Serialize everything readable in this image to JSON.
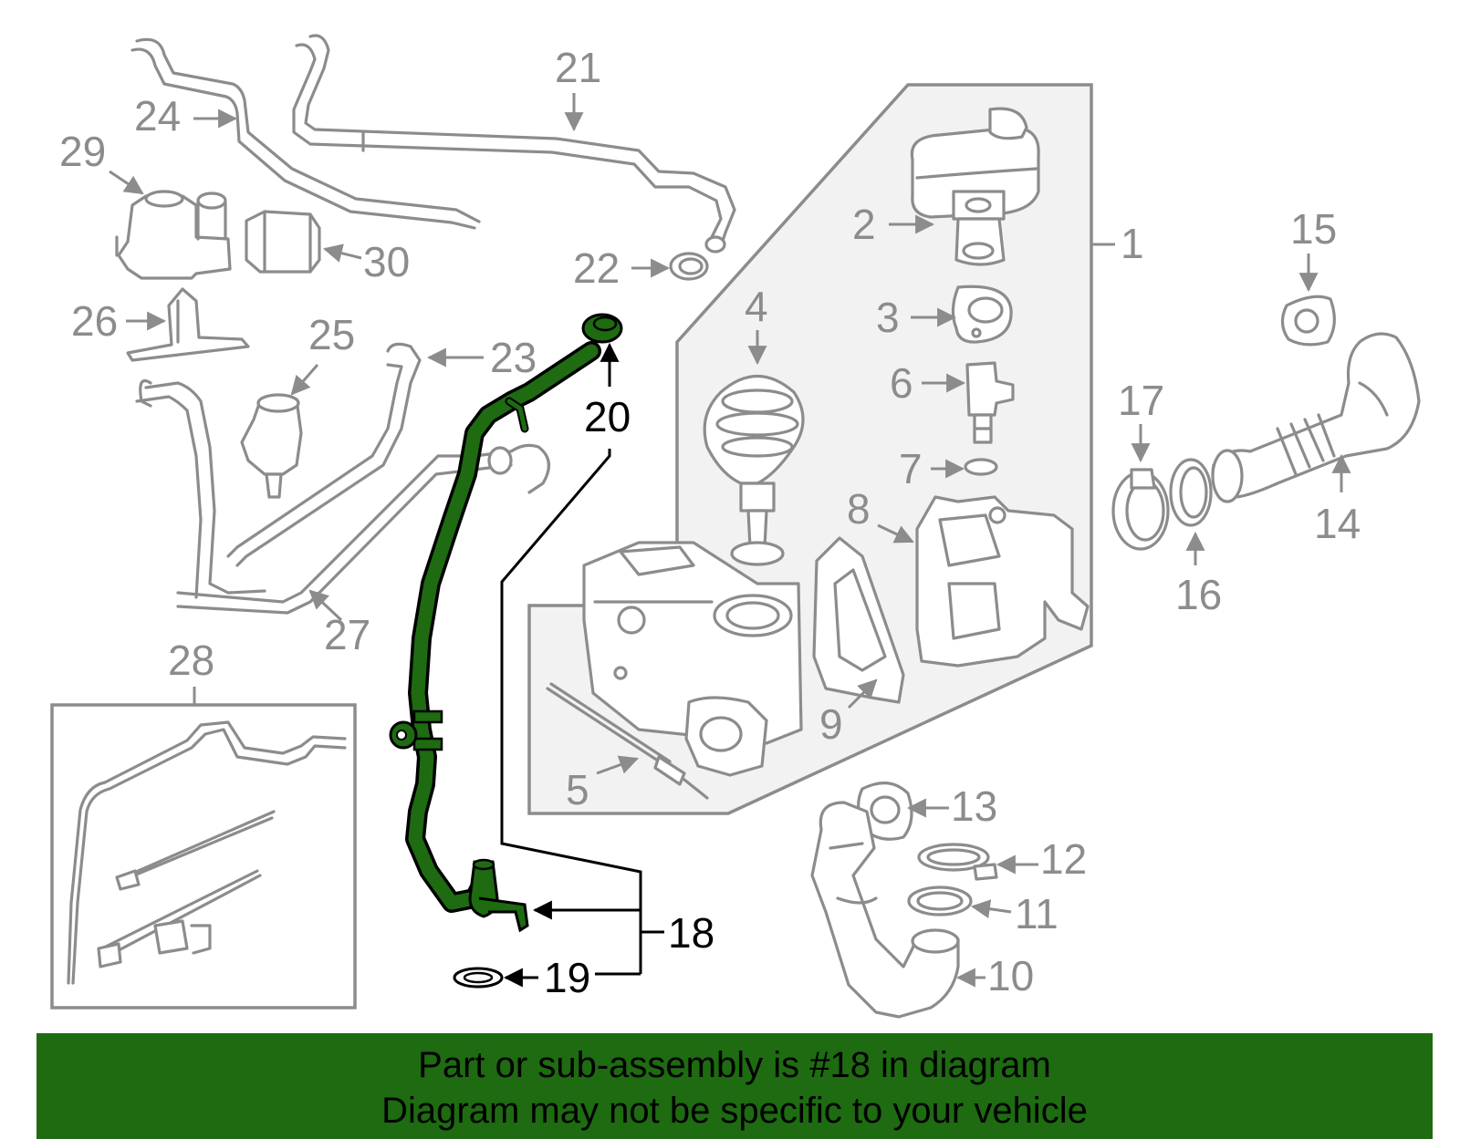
{
  "colors": {
    "highlight": "#1e6b12",
    "banner_bg": "#1e6b12",
    "line_gray": "#8c8c8c",
    "panel_fill": "#f2f2f2"
  },
  "callouts": {
    "c1": "1",
    "c2": "2",
    "c3": "3",
    "c4": "4",
    "c5": "5",
    "c6": "6",
    "c7": "7",
    "c8": "8",
    "c9": "9",
    "c10": "10",
    "c11": "11",
    "c12": "12",
    "c13": "13",
    "c14": "14",
    "c15": "15",
    "c16": "16",
    "c17": "17",
    "c18": "18",
    "c19": "19",
    "c20": "20",
    "c21": "21",
    "c22": "22",
    "c23": "23",
    "c24": "24",
    "c25": "25",
    "c26": "26",
    "c27": "27",
    "c28": "28",
    "c29": "29",
    "c30": "30"
  },
  "highlighted_part": "18",
  "banner": {
    "line1": "Part or sub-assembly is #18 in diagram",
    "line2": "Diagram may not be specific to your vehicle"
  }
}
